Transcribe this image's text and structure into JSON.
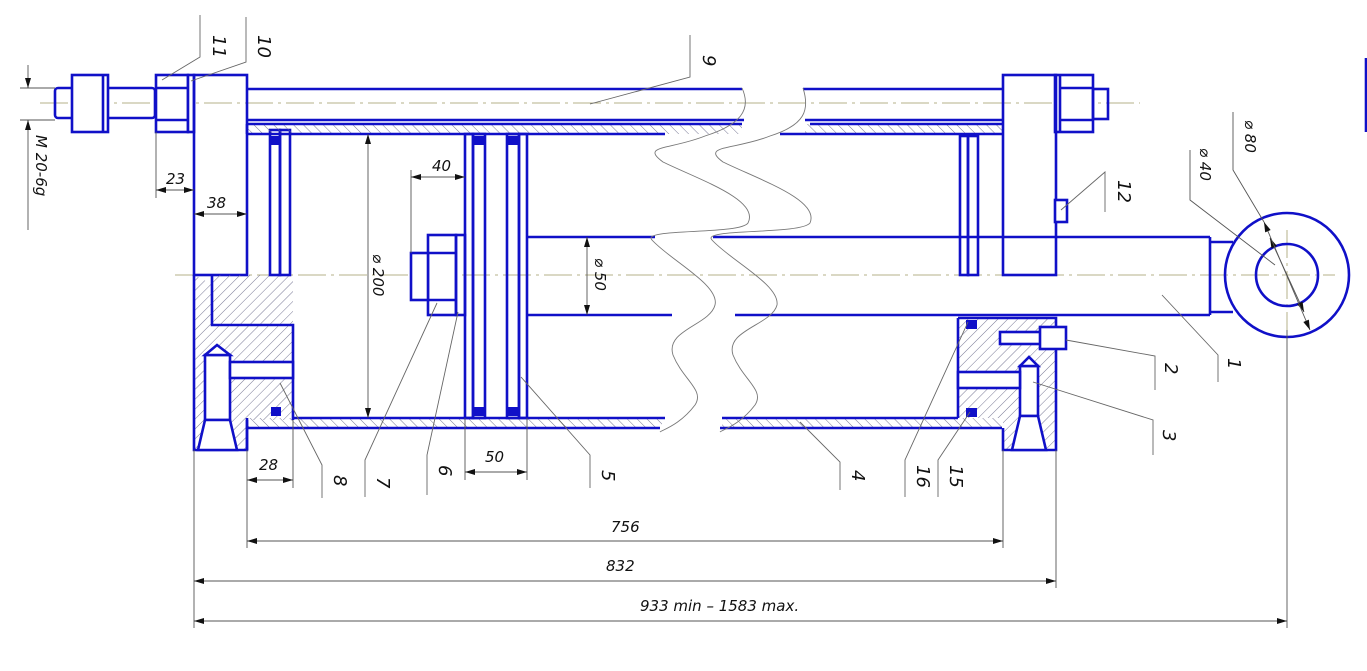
{
  "title": "Hydraulic cylinder assembly — sectional view",
  "colors": {
    "part_outline": "#1010c8",
    "hatch": "#6a6a8a",
    "center_line": "#b5b088",
    "leader_line": "#666666",
    "text": "#111111"
  },
  "part_labels": [
    {
      "id": "p1",
      "number": "1",
      "part": "piston rod"
    },
    {
      "id": "p2",
      "number": "2",
      "part": "screw"
    },
    {
      "id": "p3",
      "number": "3",
      "part": "front cover / rod-end cap"
    },
    {
      "id": "p4",
      "number": "4",
      "part": "cylinder barrel"
    },
    {
      "id": "p5",
      "number": "5",
      "part": "piston"
    },
    {
      "id": "p6",
      "number": "6",
      "part": "washer"
    },
    {
      "id": "p7",
      "number": "7",
      "part": "nut"
    },
    {
      "id": "p8",
      "number": "8",
      "part": "rear cover"
    },
    {
      "id": "p9",
      "number": "9",
      "part": "tie rod"
    },
    {
      "id": "p10",
      "number": "10",
      "part": "washer"
    },
    {
      "id": "p11",
      "number": "11",
      "part": "nut"
    },
    {
      "id": "p12",
      "number": "12",
      "part": "plug"
    },
    {
      "id": "p15",
      "number": "15",
      "part": "seal ring"
    },
    {
      "id": "p16",
      "number": "16",
      "part": "seal ring"
    }
  ],
  "dimensions": {
    "thread": "M 20-6g",
    "nut_offset": "23",
    "cover_thickness": "38",
    "bore_diameter": "⌀ 200",
    "nut_length": "40",
    "rod_diameter": "⌀ 50",
    "port_offset": "28",
    "piston_width": "50",
    "eye_inner_diameter": "⌀ 40",
    "eye_outer_diameter": "⌀ 80",
    "barrel_length": "756",
    "cover_to_cover": "832",
    "stroke_range": "933 min – 1583 max."
  }
}
